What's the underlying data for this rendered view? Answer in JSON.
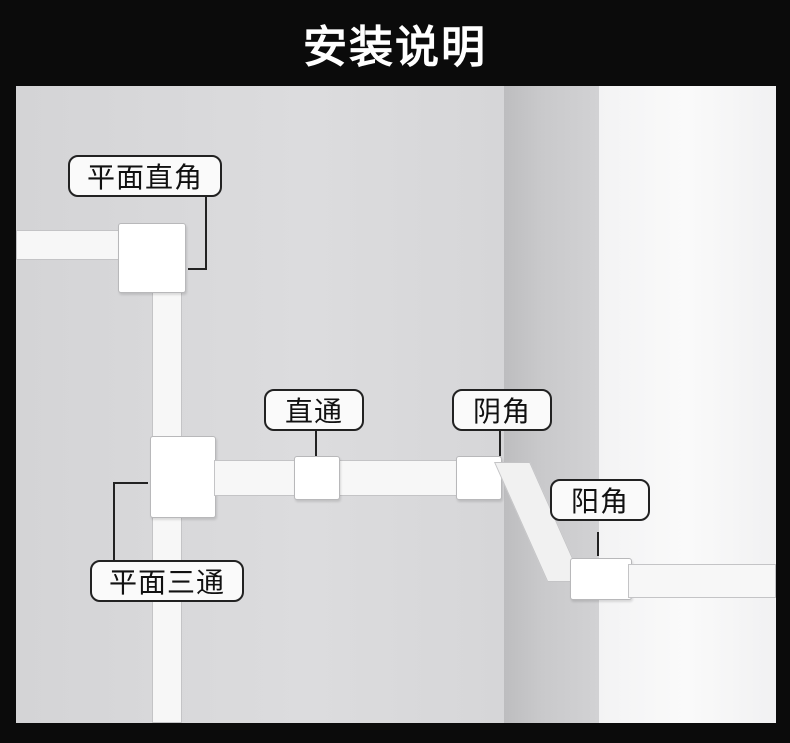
{
  "title": "安装说明",
  "labels": {
    "flat_elbow": "平面直角",
    "straight": "直通",
    "inner_corner": "阴角",
    "outer_corner": "阳角",
    "flat_tee": "平面三通"
  },
  "colors": {
    "background": "#0b0b0b",
    "title_text": "#ffffff",
    "label_border": "#222222",
    "duct": "#f7f7f7"
  }
}
